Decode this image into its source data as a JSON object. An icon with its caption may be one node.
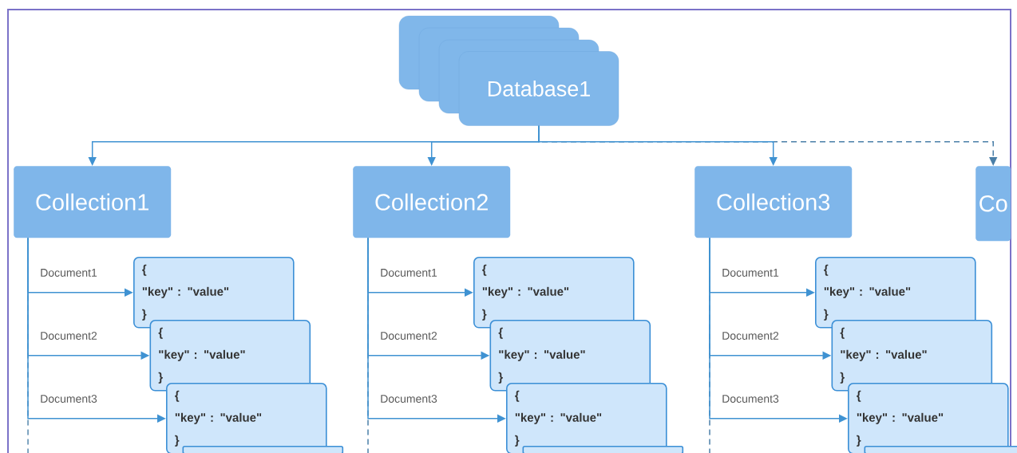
{
  "diagram": {
    "nodes": [
      {
        "text": [
          "Database1"
        ]
      },
      {
        "text": [
          "Collection1"
        ]
      },
      {
        "text": [
          "Collection2"
        ]
      },
      {
        "text": [
          "Collection3"
        ]
      },
      {
        "text": [
          "Co"
        ]
      },
      {
        "text": [
          "{ \"key\" : \"value\" }"
        ]
      },
      {
        "text": [
          "{ \"key\" : \"value\" }"
        ]
      },
      {
        "text": [
          "{ \"key\" : \"value\" }"
        ]
      },
      {
        "text": [],
        "shape": "box"
      },
      {
        "text": [
          "{ \"key\" : \"value\" }"
        ]
      },
      {
        "text": [
          "{ \"key\" : \"value\" }"
        ]
      },
      {
        "text": [
          "{ \"key\" : \"value\" }"
        ]
      },
      {
        "text": [],
        "shape": "box"
      },
      {
        "text": [
          "{ \"key\" : \"value\" }"
        ]
      },
      {
        "text": [
          "{ \"key\" : \"value\" }"
        ]
      },
      {
        "text": [
          "{ \"key\" : \"value\" }"
        ]
      },
      {
        "text": [],
        "shape": "box"
      }
    ],
    "edges": [
      {
        "from": 0,
        "to": 1,
        "arrow": "to"
      },
      {
        "from": 0,
        "to": 2,
        "arrow": "to"
      },
      {
        "from": 0,
        "to": 3,
        "arrow": "to"
      },
      {
        "from": 0,
        "to": 4,
        "arrow": "to",
        "style": "dashed"
      },
      {
        "from": 1,
        "to": 5,
        "arrow": "to",
        "label": "Document1"
      },
      {
        "from": 1,
        "to": 6,
        "arrow": "to",
        "label": "Document2"
      },
      {
        "from": 1,
        "to": 7,
        "arrow": "to",
        "label": "Document3"
      },
      {
        "from": 1,
        "to": null,
        "arrow": "none",
        "style": "dashed"
      },
      {
        "from": 2,
        "to": 9,
        "arrow": "to",
        "label": "Document1"
      },
      {
        "from": 2,
        "to": 10,
        "arrow": "to",
        "label": "Document2"
      },
      {
        "from": 2,
        "to": 11,
        "arrow": "to",
        "label": "Document3"
      },
      {
        "from": 2,
        "to": null,
        "arrow": "none",
        "style": "dashed"
      },
      {
        "from": 3,
        "to": 13,
        "arrow": "to",
        "label": "Document1"
      },
      {
        "from": 3,
        "to": 14,
        "arrow": "to",
        "label": "Document2"
      },
      {
        "from": 3,
        "to": 15,
        "arrow": "to",
        "label": "Document3"
      },
      {
        "from": 3,
        "to": null,
        "arrow": "none",
        "style": "dashed"
      }
    ]
  }
}
